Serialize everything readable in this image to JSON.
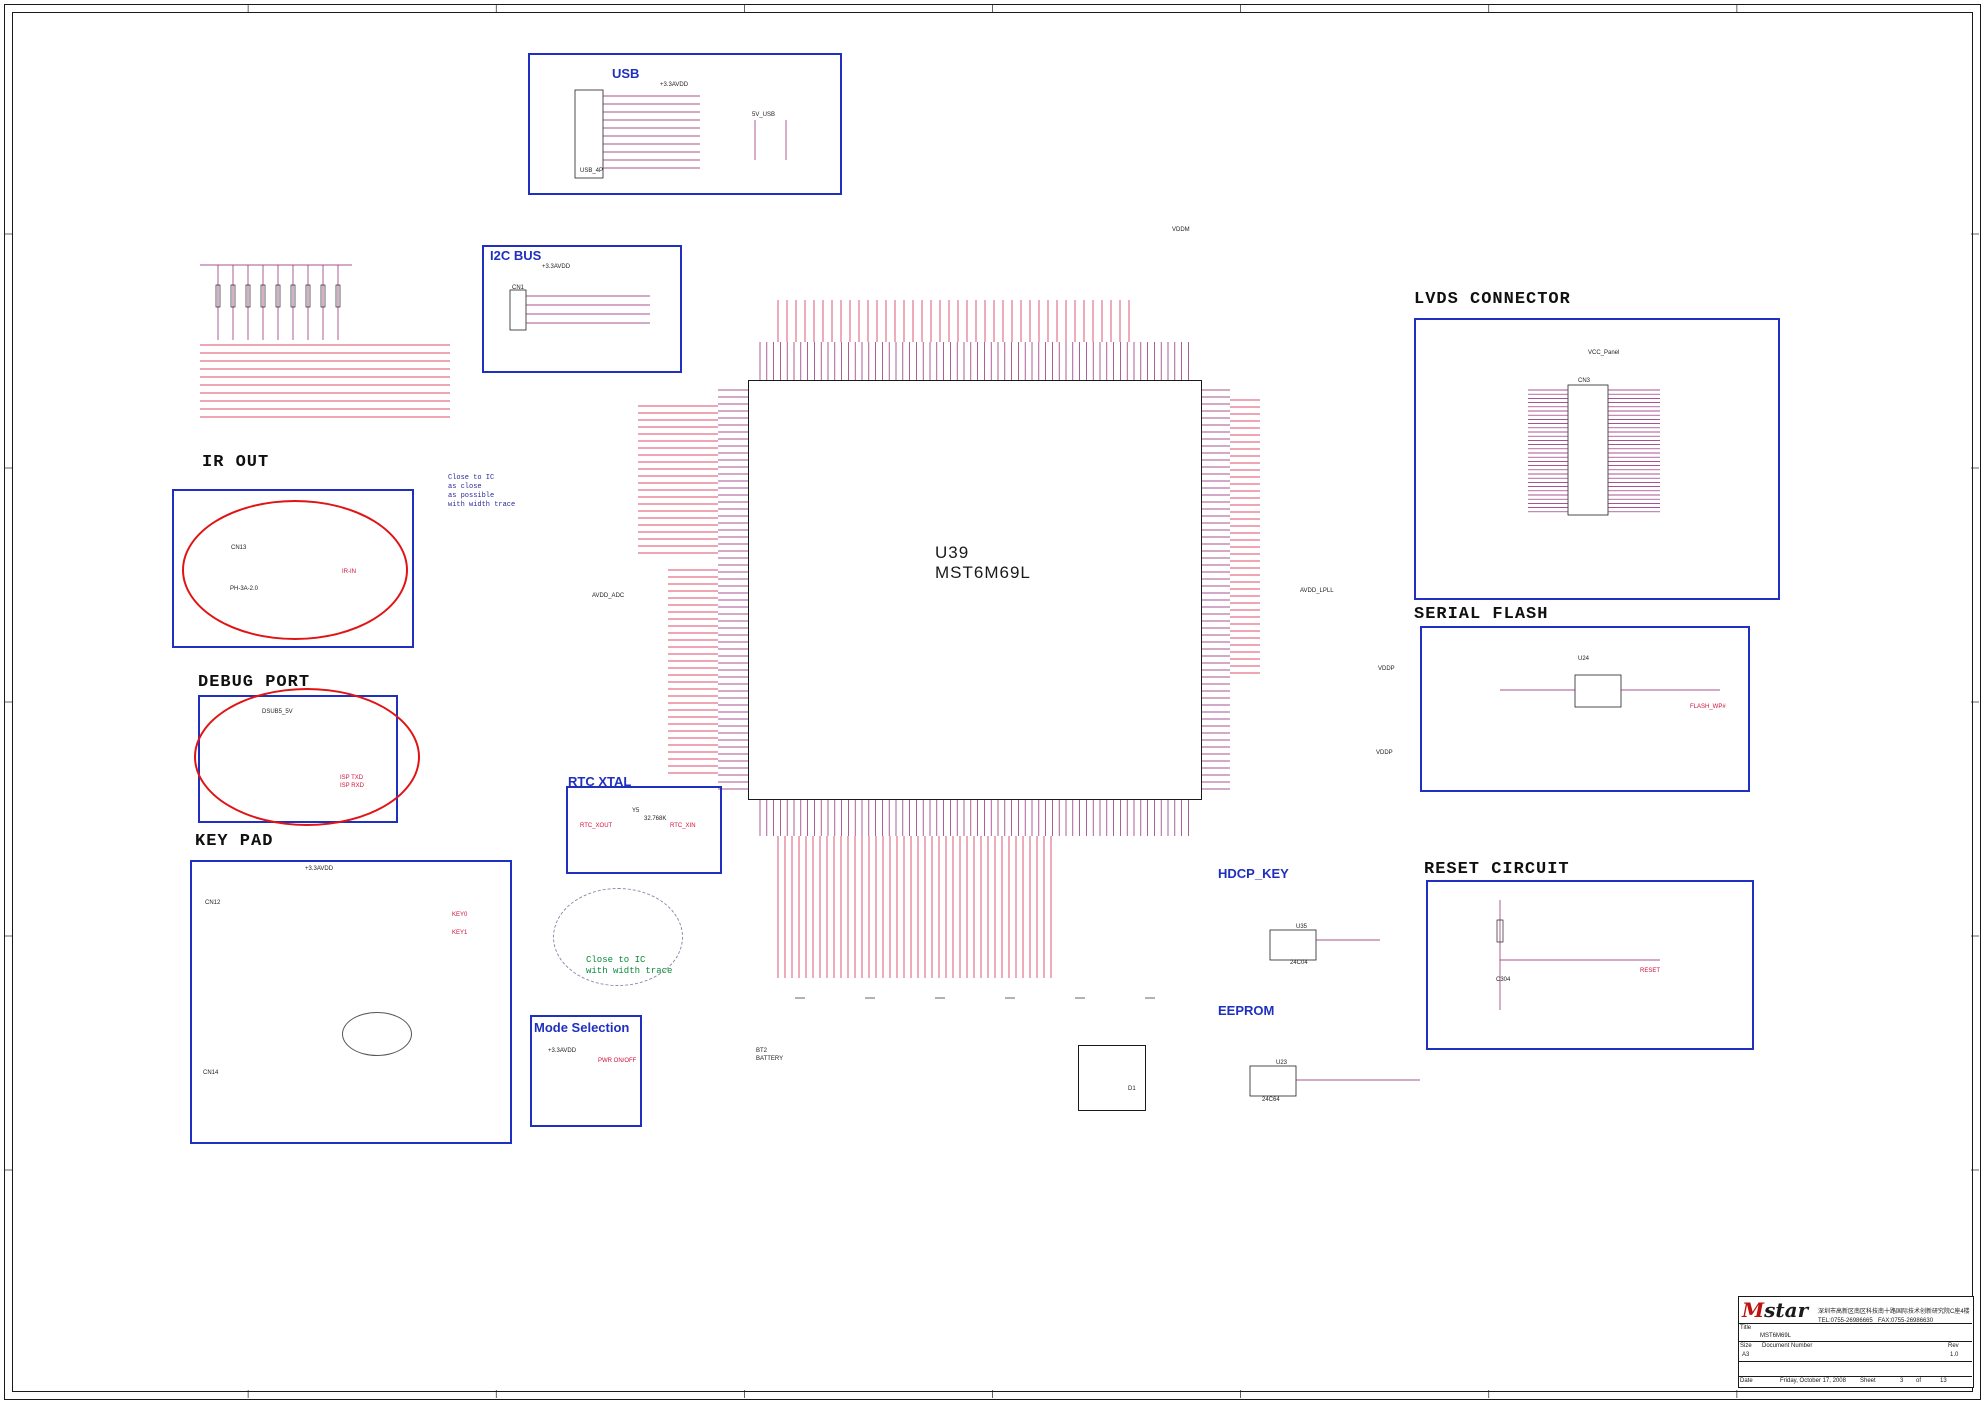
{
  "blocks": {
    "usb": "USB",
    "i2c": "I2C BUS",
    "lvds": "LVDS CONNECTOR",
    "serial_flash": "SERIAL FLASH",
    "ir_out": "IR OUT",
    "debug": "DEBUG PORT",
    "keypad": "KEY PAD",
    "rtc": "RTC XTAL",
    "mode": "Mode Selection",
    "hdcp": "HDCP_KEY",
    "reset": "RESET CIRCUIT",
    "eeprom": "EEPROM"
  },
  "main_ic": {
    "ref": "U39",
    "part": "MST6M69L"
  },
  "notes": {
    "close_to_ic": "Close to IC\nas close\nas possible\nwith width trace",
    "close_to_ic_2": "Close to IC\nwith width trace"
  },
  "components": {
    "usb_conn": "USB_4P",
    "usb_rails": "+3.3AVDD",
    "usb_5v": "5V_USB",
    "i2c_conn": "CN1",
    "i2c_rail": "+3.3AVDD",
    "lvds_conn": "CN3",
    "lvds_vcc": "VCC_Panel",
    "flash_chip": "U24",
    "flash_net": "FLASH_WP#",
    "ir_conn": "CN13",
    "ir_part": "PH-3A-2.0",
    "ir_net": "IR-IN",
    "debug_rail": "DSUB5_5V",
    "debug_tx": "ISP TXD",
    "debug_rx": "ISP RXD",
    "key_conn1": "CN12",
    "key_conn2": "CN14",
    "key_rail": "+3.3AVDD",
    "key_net0": "KEY0",
    "key_net1": "KEY1",
    "rtc_xtal": "Y5",
    "rtc_freq": "32.768K",
    "rtc_out": "RTC_XOUT",
    "rtc_in": "RTC_XIN",
    "mode_rail": "+3.3AVDD",
    "mode_net": "PWR ON/OFF",
    "hdcp_chip": "U35",
    "hdcp_part": "24C04",
    "eeprom_chip": "U23",
    "eeprom_part": "24C64",
    "reset_cap": "C304",
    "reset_net": "RESET",
    "battery": "BT2",
    "battery_label": "BATTERY",
    "d1": "D1",
    "vddp": "VDDP",
    "avdd_lpll": "AVDD_LPLL",
    "vddm": "VDDM",
    "avdd_adc": "AVDD_ADC"
  },
  "title_block": {
    "logo": "Mstar",
    "company": "深圳市高新区南区科技南十路国际技术创新研究院C座4楼",
    "tel": "TEL:0755-26986665",
    "fax": "FAX:0755-26986630",
    "title_label": "Title",
    "title": "MST6M69L",
    "size_label": "Size",
    "size": "A3",
    "doc_label": "Document Number",
    "rev_label": "Rev",
    "rev": "1.0",
    "date_label": "Date",
    "date": "Friday, October 17, 2008",
    "sheet_label": "Sheet",
    "sheet": "3",
    "of_label": "of",
    "of": "13"
  },
  "colors": {
    "block_border": "#1f2fc0",
    "highlight_circle": "#e01414",
    "net_label": "#d0103a",
    "wire": "#8a1a6a",
    "note_green": "#0a8a3a"
  }
}
